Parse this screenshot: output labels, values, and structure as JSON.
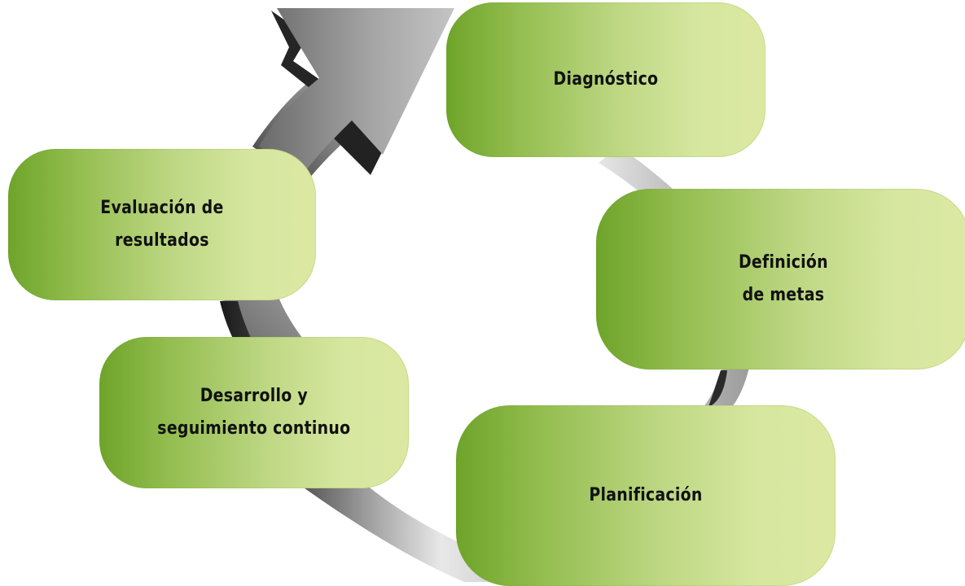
{
  "diagram": {
    "type": "cycle",
    "stages": [
      {
        "id": "diagnostico",
        "label": "Diagnóstico"
      },
      {
        "id": "definicion",
        "label": "Definición\nde metas"
      },
      {
        "id": "planificacion",
        "label": "Planificación"
      },
      {
        "id": "desarrollo",
        "label": "Desarrollo y\nseguimiento continuo"
      },
      {
        "id": "evaluacion",
        "label": "Evaluación de\nresultados"
      }
    ],
    "colors": {
      "box_dark": "#6ea42a",
      "box_light": "#dbe8a2",
      "arrow_dark": "#2a2a2a",
      "arrow_light": "#d4d4d4",
      "text": "#111111"
    }
  }
}
